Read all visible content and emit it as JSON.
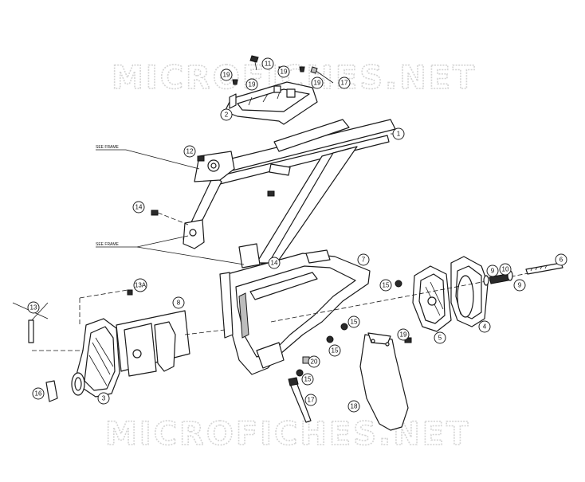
{
  "watermark": {
    "top": "MICROFICHES.NET",
    "bottom": "MICROFICHES.NET"
  },
  "notes": {
    "see_frame_upper": "SEE FRAME",
    "see_frame_lower": "SEE FRAME"
  },
  "callouts": {
    "c1": "1",
    "c2": "2",
    "c3": "3",
    "c4": "4",
    "c5": "5",
    "c6": "6",
    "c7": "7",
    "c8": "8",
    "c9a": "9",
    "c9b": "9",
    "c10": "10",
    "c11": "11",
    "c12": "12",
    "c13": "13",
    "c13a": "13A",
    "c14a": "14",
    "c14b": "14",
    "c15a": "15",
    "c15b": "15",
    "c15c": "15",
    "c15d": "15",
    "c16": "16",
    "c17a": "17",
    "c17b": "17",
    "c18": "18",
    "c19a": "19",
    "c19b": "19",
    "c19c": "19",
    "c19d": "19",
    "c19e": "19",
    "c20": "20"
  },
  "colors": {
    "line": "#1a1a1a",
    "watermark": "#d4d4d4"
  }
}
